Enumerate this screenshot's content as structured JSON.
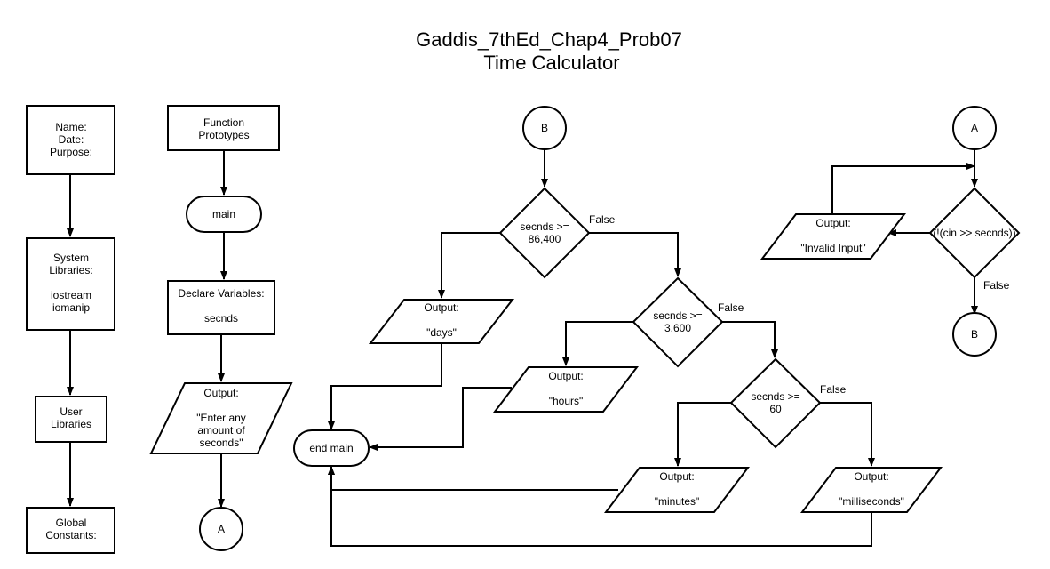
{
  "title": {
    "line1": "Gaddis_7thEd_Chap4_Prob07",
    "line2": "Time Calculator"
  },
  "nodes": {
    "header_box": {
      "lines": [
        "Name:",
        "Date:",
        "Purpose:"
      ]
    },
    "system_libraries": {
      "lines": [
        "System",
        "Libraries:",
        "",
        "iostream",
        "iomanip"
      ]
    },
    "user_libraries": {
      "lines": [
        "User",
        "Libraries"
      ]
    },
    "global_constants": {
      "lines": [
        "Global",
        "Constants:"
      ]
    },
    "function_prototypes": {
      "lines": [
        "Function",
        "Prototypes"
      ]
    },
    "main_terminal": {
      "lines": [
        "main"
      ]
    },
    "declare_variables": {
      "lines": [
        "Declare Variables:",
        "",
        "secnds"
      ]
    },
    "output_prompt": {
      "lines": [
        "Output:",
        "",
        "\"Enter any",
        "amount of",
        "seconds\""
      ]
    },
    "connector_a_out": {
      "lines": [
        "A"
      ]
    },
    "connector_b_in": {
      "lines": [
        "B"
      ]
    },
    "decision_days": {
      "lines": [
        "secnds >=",
        "86,400"
      ]
    },
    "output_days": {
      "lines": [
        "Output:",
        "",
        "\"days\""
      ]
    },
    "decision_hours": {
      "lines": [
        "secnds >=",
        "3,600"
      ]
    },
    "output_hours": {
      "lines": [
        "Output:",
        "",
        "\"hours\""
      ]
    },
    "decision_minutes": {
      "lines": [
        "secnds >=",
        "60"
      ]
    },
    "output_minutes": {
      "lines": [
        "Output:",
        "",
        "\"minutes\""
      ]
    },
    "output_milliseconds": {
      "lines": [
        "Output:",
        "",
        "\"milliseconds\""
      ]
    },
    "end_main": {
      "lines": [
        "end main"
      ]
    },
    "connector_a_in": {
      "lines": [
        "A"
      ]
    },
    "decision_input": {
      "lines": [
        "(!(cin >> secnds))"
      ]
    },
    "output_invalid": {
      "lines": [
        "Output:",
        "",
        "\"Invalid Input\""
      ]
    },
    "connector_b_out": {
      "lines": [
        "B"
      ]
    }
  },
  "edge_labels": {
    "days_false": "False",
    "hours_false": "False",
    "minutes_false": "False",
    "input_false": "False"
  }
}
